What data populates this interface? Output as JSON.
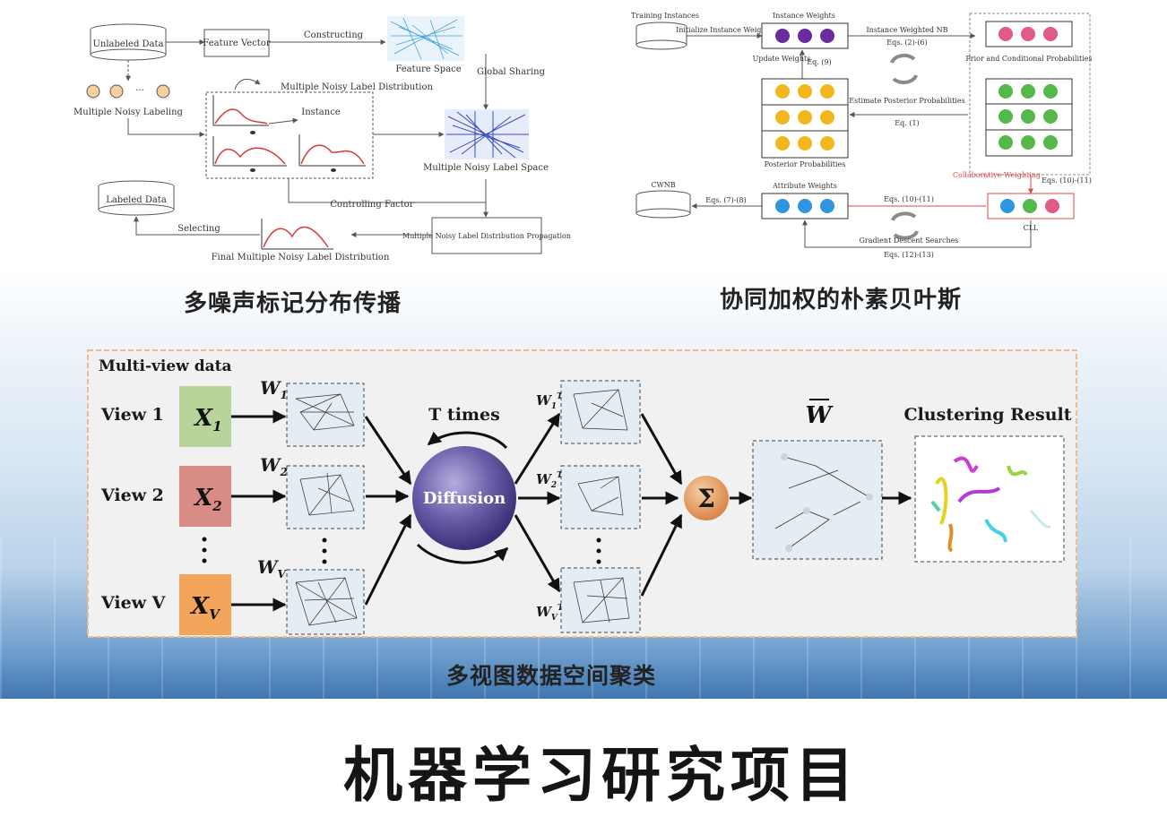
{
  "top_left": {
    "caption": "多噪声标记分布传播",
    "nodes": {
      "unlabeled_data": "Unlabeled Data",
      "feature_vector": "Feature Vector",
      "constructing": "Constructing",
      "feature_space": "Feature Space",
      "global_sharing": "Global Sharing",
      "multiple_noisy_label_distribution": "Multiple Noisy Label Distribution",
      "multiple_noisy_labeling": "Multiple Noisy Labeling",
      "instance": "Instance",
      "multiple_noisy_label_space": "Multiple Noisy Label Space",
      "controlling_factor": "Controlling Factor",
      "labeled_data": "Labeled Data",
      "selecting": "Selecting",
      "final_multiple_noisy_label_distribution": "Final Multiple Noisy Label Distribution",
      "propagation": "Multiple Noisy Label Distribution Propagation"
    }
  },
  "top_right": {
    "caption": "协同加权的朴素贝叶斯",
    "nodes": {
      "training_instances": "Training Instances",
      "initialize_instance_weights": "Initialize Instance Weights",
      "instance_weights": "Instance Weights",
      "instance_weighted_nb": "Instance Weighted NB",
      "eq_2_6": "Eqs. (2)-(6)",
      "update_weights": "Update Weights",
      "eq_9": "Eq. (9)",
      "prior_conditional": "Prior and Conditional Probabilities",
      "estimate_posterior": "Estimate Posterior Probabilities",
      "eq_1": "Eq. (1)",
      "posterior_probabilities": "Posterior Probabilities",
      "cwnb": "CWNB",
      "eq_7_8": "Eqs. (7)-(8)",
      "attribute_weights": "Attribute Weights",
      "eq_10_11_left": "Eqs. (10)-(11)",
      "collaborative_weighting": "Collaborative Weighting",
      "eq_10_11_right": "Eqs. (10)-(11)",
      "cll": "CLL",
      "gradient_descent": "Gradient Descent Searches",
      "eq_12_13": "Eqs. (12)-(13)"
    }
  },
  "bottom": {
    "caption": "多视图数据空间聚类",
    "multi_view_data": "Multi-view data",
    "views": [
      {
        "label": "View 1",
        "x_main": "X",
        "x_sub": "1",
        "w_main": "W",
        "w_sub": "1",
        "color": "#b9d49a"
      },
      {
        "label": "View 2",
        "x_main": "X",
        "x_sub": "2",
        "w_main": "W",
        "w_sub": "2",
        "color": "#d98b86"
      },
      {
        "label": "View V",
        "x_main": "X",
        "x_sub": "V",
        "w_main": "W",
        "w_sub": "V",
        "color": "#f2a55b"
      }
    ],
    "t_times": "T times",
    "diffusion": "Diffusion",
    "wt_labels": [
      {
        "main": "W",
        "sub": "1",
        "sup": "T"
      },
      {
        "main": "W",
        "sub": "2",
        "sup": "T"
      },
      {
        "main": "W",
        "sub": "V",
        "sup": "T"
      }
    ],
    "sum_symbol": "Σ",
    "w_bar": "W",
    "clustering_result": "Clustering Result"
  },
  "main_title": "机器学习研究项目",
  "colors": {
    "purple_dot": "#6a2c9c",
    "yellow_dot": "#f2b71c",
    "pink_dot": "#e25a8a",
    "green_dot": "#55b84a",
    "blue_dot": "#2f95e0",
    "red_text": "#e0464a",
    "diffusion_sphere": "#6a5ea8"
  }
}
